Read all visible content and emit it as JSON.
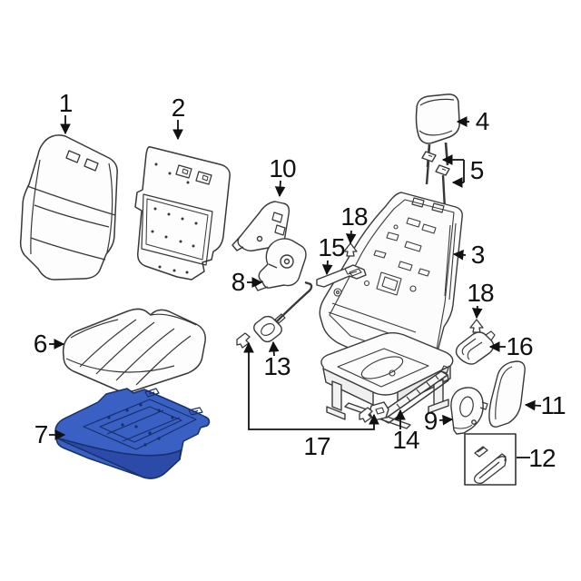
{
  "diagram": {
    "background_color": "#ffffff",
    "line_color": "#383838",
    "callout_color": "#111111",
    "highlighted_part": {
      "callout": "7",
      "fill_color": "#3b60c4",
      "shade_color": "#2c4ba8",
      "outline_color": "#16306b"
    },
    "callouts": [
      {
        "label": "1"
      },
      {
        "label": "2"
      },
      {
        "label": "3"
      },
      {
        "label": "4"
      },
      {
        "label": "5"
      },
      {
        "label": "6"
      },
      {
        "label": "7"
      },
      {
        "label": "8"
      },
      {
        "label": "9"
      },
      {
        "label": "10"
      },
      {
        "label": "11"
      },
      {
        "label": "12"
      },
      {
        "label": "13"
      },
      {
        "label": "14"
      },
      {
        "label": "15"
      },
      {
        "label": "16"
      },
      {
        "label": "17"
      },
      {
        "label": "18"
      },
      {
        "label": "18"
      }
    ]
  }
}
